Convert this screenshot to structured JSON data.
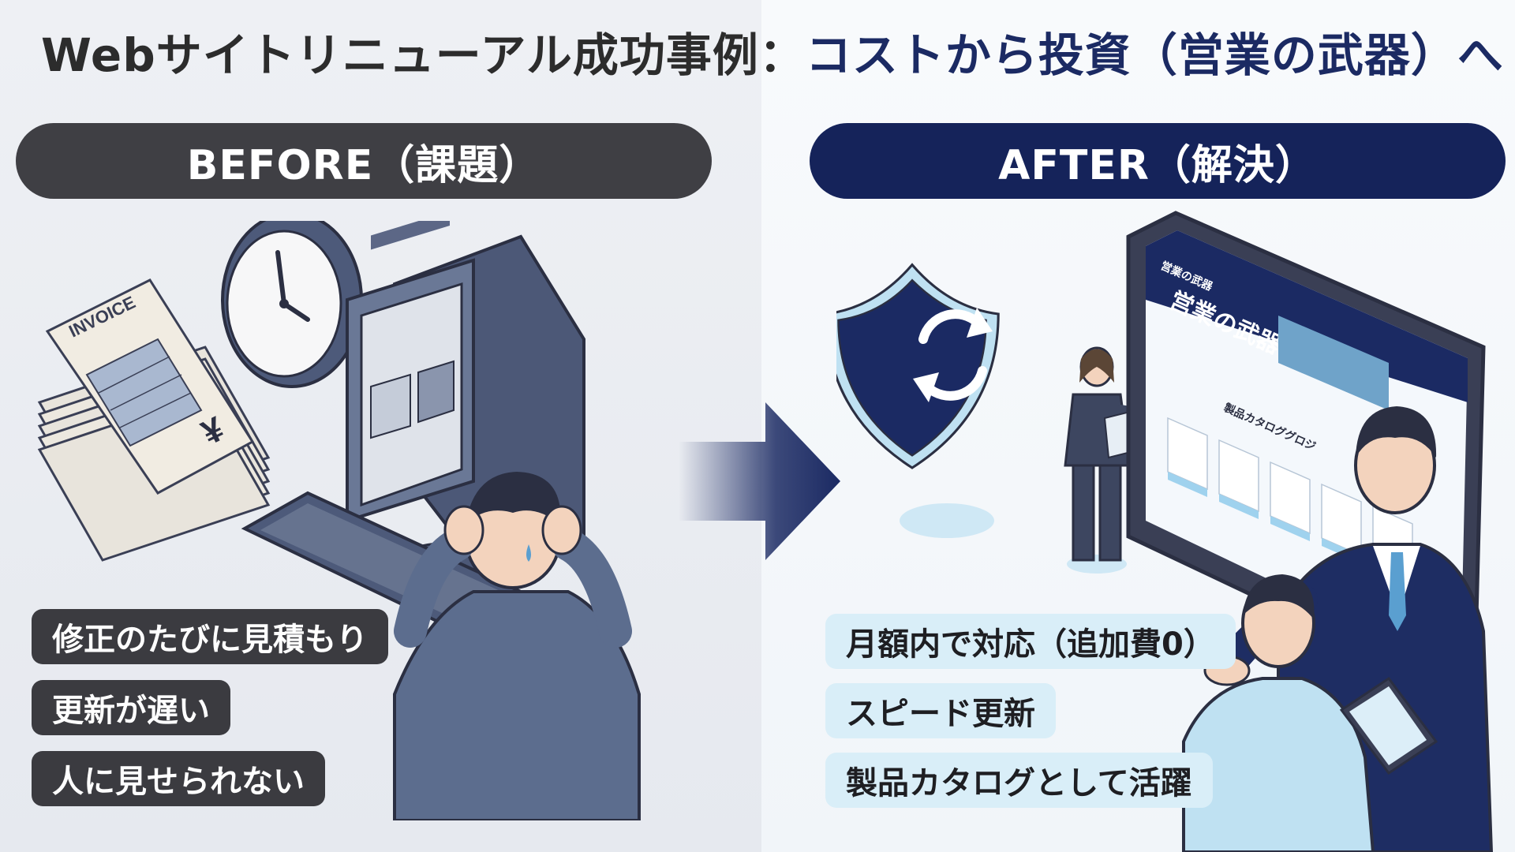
{
  "title": {
    "part1": "Webサイトリニューアル成功事例：",
    "part2": "コストから投資（営業の武器）へ"
  },
  "before": {
    "header": "BEFORE（課題）",
    "invoice_label": "INVOICE",
    "yen_symbol": "¥",
    "issues": [
      "修正のたびに見積もり",
      "更新が遅い",
      "人に見せられない"
    ]
  },
  "after": {
    "header": "AFTER（解決）",
    "tablet_brand": "営業の武器",
    "tablet_hero": "営業の武器",
    "tablet_section": "製品カタロググロジ",
    "benefits": [
      "月額内で対応（追加費0）",
      "スピード更新",
      "製品カタログとして活躍"
    ]
  },
  "colors": {
    "before_dark": "#3f3f44",
    "after_navy": "#15235a",
    "after_tag_bg": "#d9eef8",
    "accent_blue": "#5a9fd0"
  }
}
